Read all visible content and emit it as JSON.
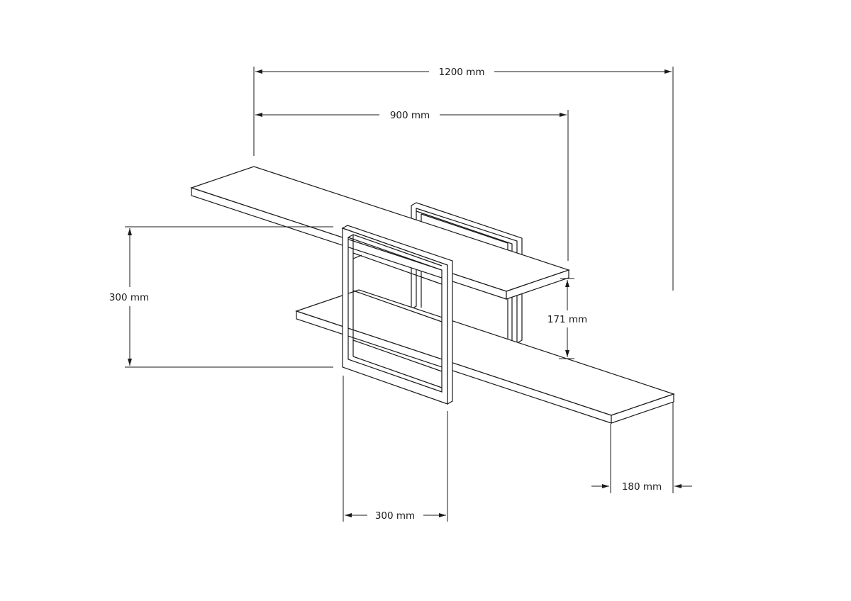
{
  "dimensions": {
    "overall_width": "1200 mm",
    "shelf_span": "900 mm",
    "height": "300 mm",
    "shelf_gap": "171 mm",
    "depth": "180 mm",
    "frame_width": "300 mm"
  }
}
